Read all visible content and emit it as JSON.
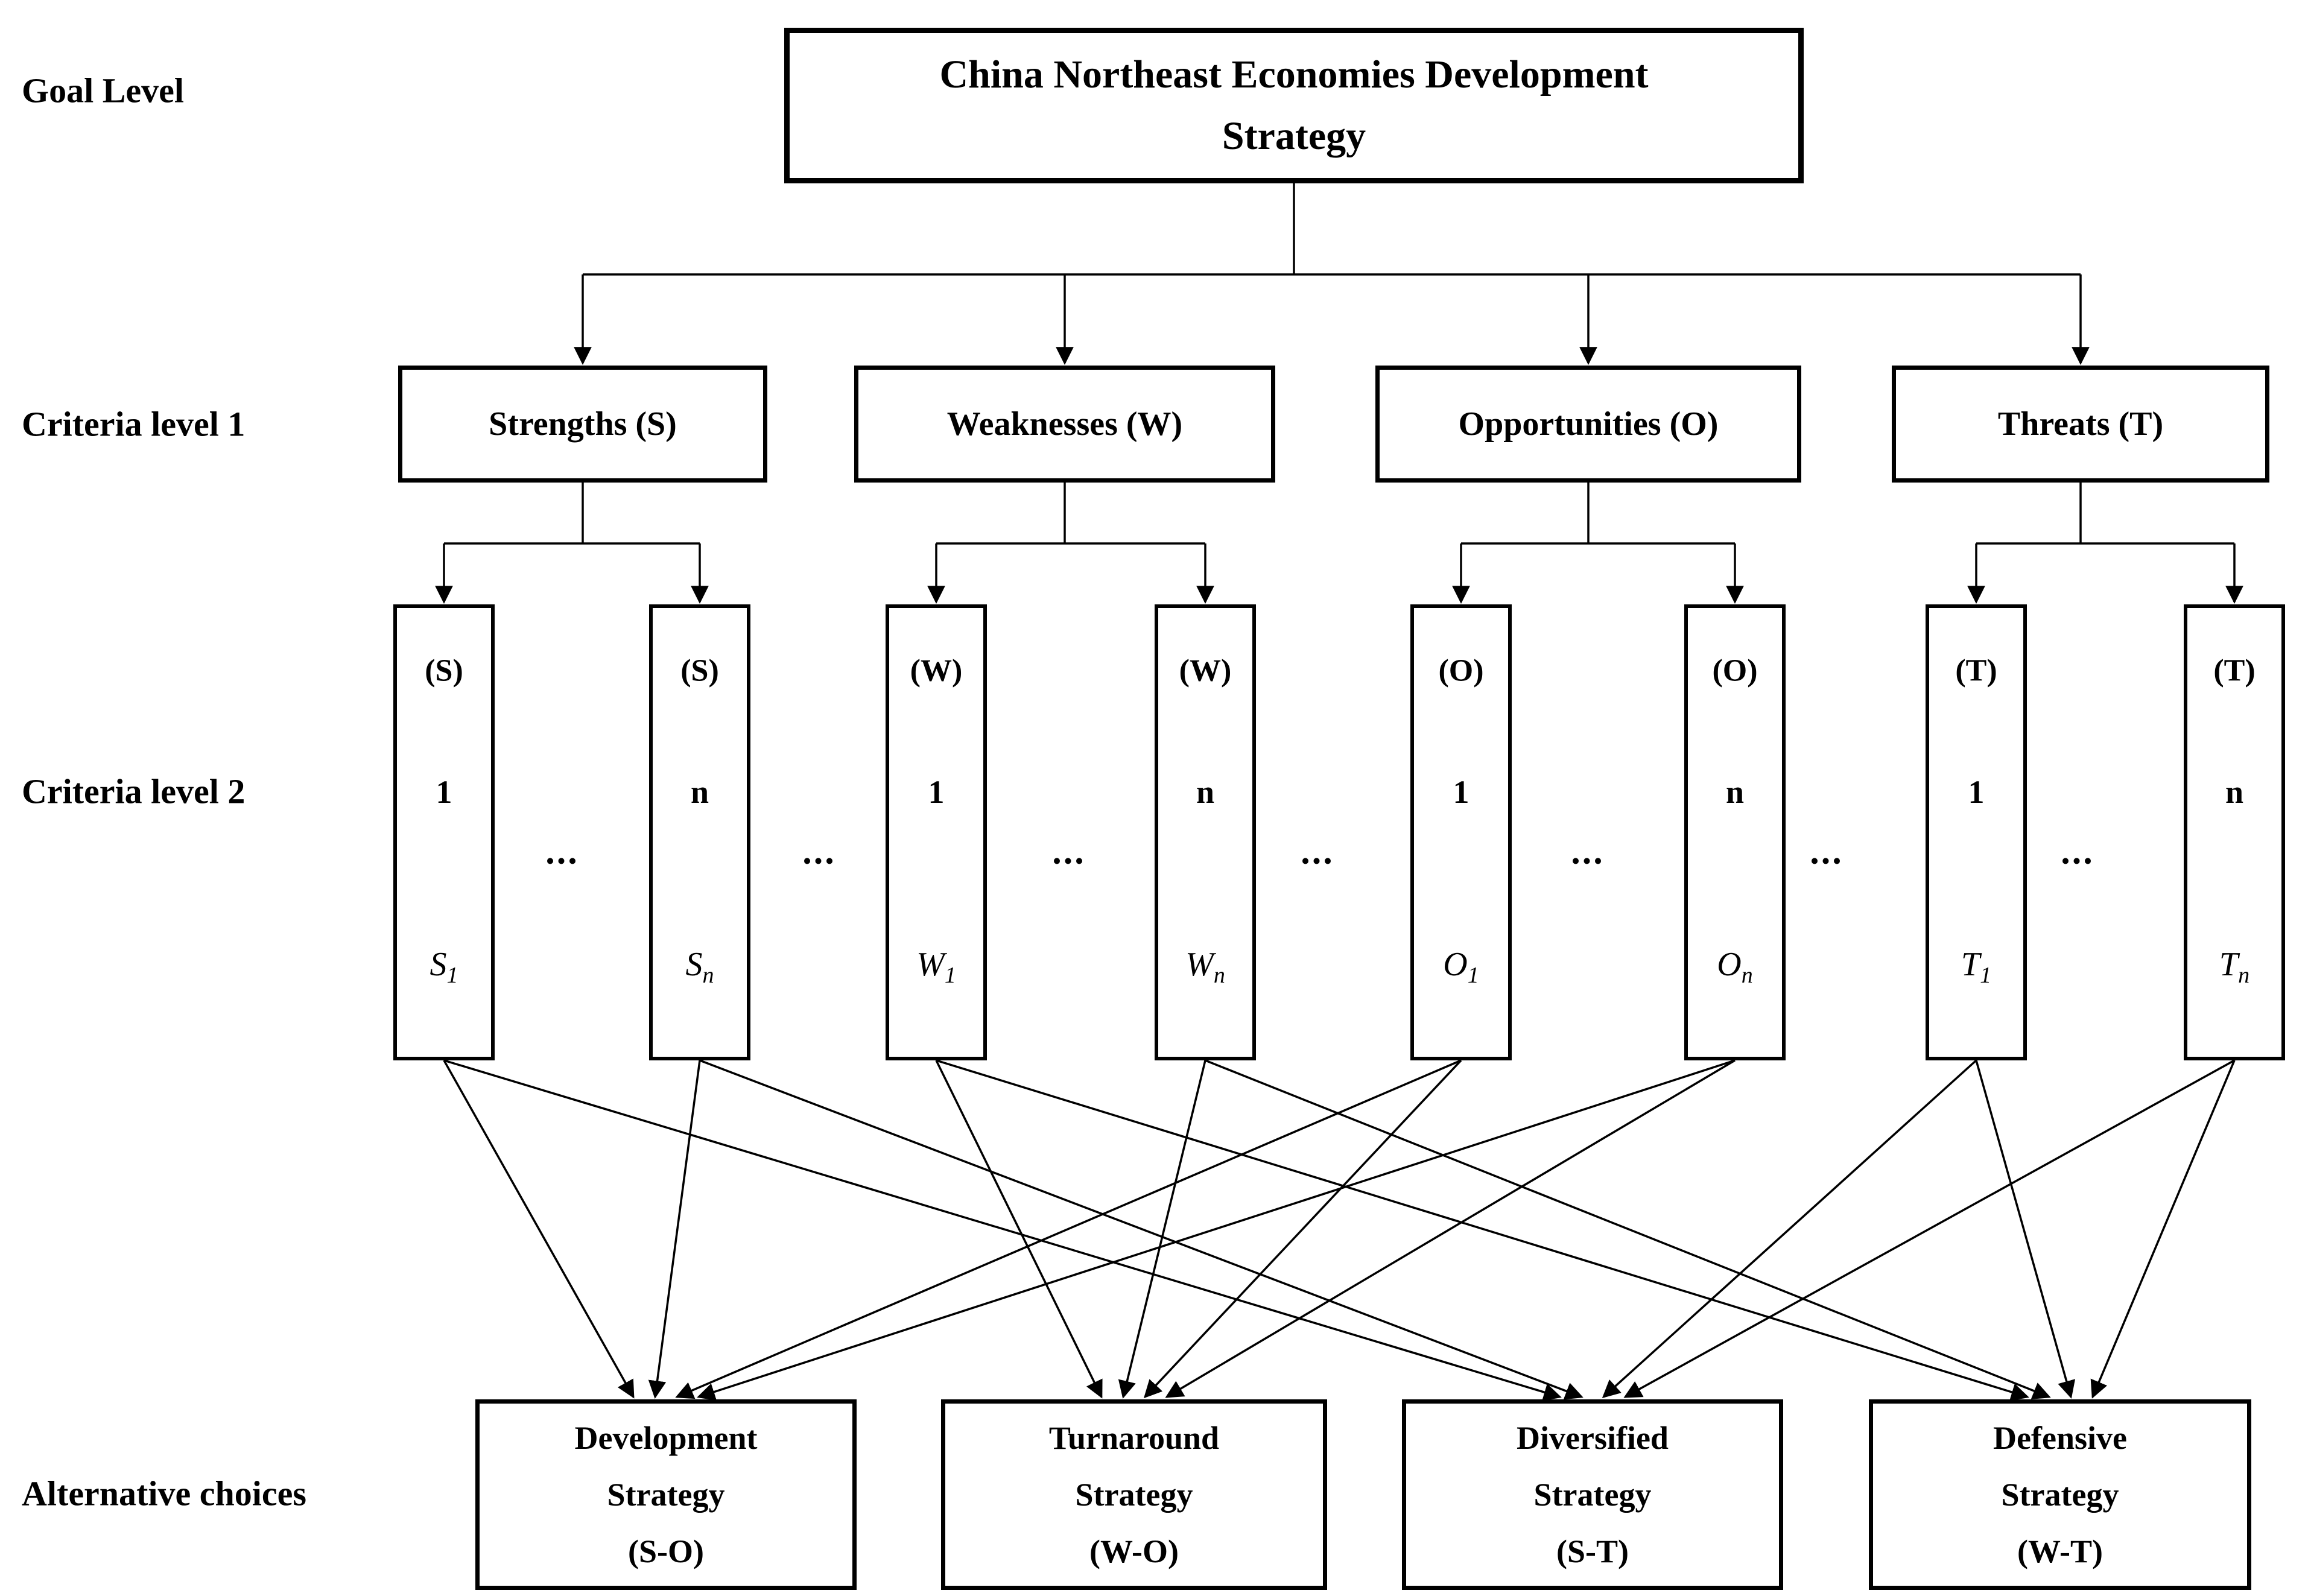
{
  "diagram": {
    "row_labels": {
      "goal": "Goal Level",
      "criteria1": "Criteria level 1",
      "criteria2": "Criteria level 2",
      "alternatives": "Alternative choices"
    },
    "goal": {
      "title_line1": "China Northeast Economies Development",
      "title_line2": "Strategy"
    },
    "criteria1": [
      {
        "id": "S",
        "label": "Strengths (S)"
      },
      {
        "id": "W",
        "label": "Weaknesses (W)"
      },
      {
        "id": "O",
        "label": "Opportunities (O)"
      },
      {
        "id": "T",
        "label": "Threats (T)"
      }
    ],
    "criteria2": [
      {
        "id": "S1",
        "group": "(S)",
        "index": "1",
        "symbol": "S",
        "subscript": "1"
      },
      {
        "id": "Sn",
        "group": "(S)",
        "index": "n",
        "symbol": "S",
        "subscript": "n"
      },
      {
        "id": "W1",
        "group": "(W)",
        "index": "1",
        "symbol": "W",
        "subscript": "1"
      },
      {
        "id": "Wn",
        "group": "(W)",
        "index": "n",
        "symbol": "W",
        "subscript": "n"
      },
      {
        "id": "O1",
        "group": "(O)",
        "index": "1",
        "symbol": "O",
        "subscript": "1"
      },
      {
        "id": "On",
        "group": "(O)",
        "index": "n",
        "symbol": "O",
        "subscript": "n"
      },
      {
        "id": "T1",
        "group": "(T)",
        "index": "1",
        "symbol": "T",
        "subscript": "1"
      },
      {
        "id": "Tn",
        "group": "(T)",
        "index": "n",
        "symbol": "T",
        "subscript": "n"
      }
    ],
    "ellipsis": "...",
    "alternatives": [
      {
        "id": "dev",
        "lines": [
          "Development",
          "Strategy",
          "(S-O)"
        ]
      },
      {
        "id": "turn",
        "lines": [
          "Turnaround",
          "Strategy",
          "(W-O)"
        ]
      },
      {
        "id": "div",
        "lines": [
          "Diversified",
          "Strategy",
          "(S-T)"
        ]
      },
      {
        "id": "def",
        "lines": [
          "Defensive",
          "Strategy",
          "(W-T)"
        ]
      }
    ],
    "fanouts": [
      {
        "parent": "goal",
        "children": [
          "S",
          "W",
          "O",
          "T"
        ]
      },
      {
        "parent": "S",
        "children": [
          "S1",
          "Sn"
        ]
      },
      {
        "parent": "W",
        "children": [
          "W1",
          "Wn"
        ]
      },
      {
        "parent": "O",
        "children": [
          "O1",
          "On"
        ]
      },
      {
        "parent": "T",
        "children": [
          "T1",
          "Tn"
        ]
      }
    ],
    "edges": [
      [
        "S1",
        "dev"
      ],
      [
        "S1",
        "div"
      ],
      [
        "Sn",
        "dev"
      ],
      [
        "Sn",
        "div"
      ],
      [
        "W1",
        "turn"
      ],
      [
        "W1",
        "def"
      ],
      [
        "Wn",
        "turn"
      ],
      [
        "Wn",
        "def"
      ],
      [
        "O1",
        "dev"
      ],
      [
        "O1",
        "turn"
      ],
      [
        "On",
        "dev"
      ],
      [
        "On",
        "turn"
      ],
      [
        "T1",
        "div"
      ],
      [
        "T1",
        "def"
      ],
      [
        "Tn",
        "div"
      ],
      [
        "Tn",
        "def"
      ]
    ],
    "colors": {
      "line": "#000000",
      "box_border": "#000000",
      "text": "#000000",
      "background": "#ffffff"
    }
  }
}
